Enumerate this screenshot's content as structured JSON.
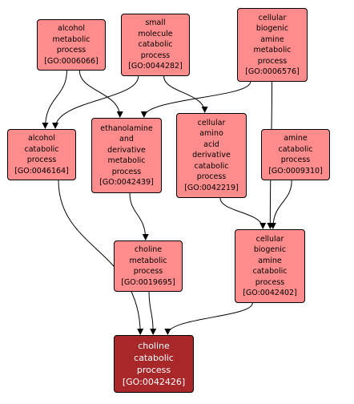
{
  "colors": {
    "node_fill": "#ff8c8c",
    "focus_fill": "#a8282a",
    "edge": "#000000"
  },
  "nodes": {
    "alcohol_metabolic": {
      "label": "alcohol\nmetabolic\nprocess\n[GO:0006066]"
    },
    "small_molecule_catabolic": {
      "label": "small\nmolecule\ncatabolic\nprocess\n[GO:0044282]"
    },
    "biogenic_amine_metabolic": {
      "label": "cellular\nbiogenic\namine\nmetabolic\nprocess\n[GO:0006576]"
    },
    "alcohol_catabolic": {
      "label": "alcohol\ncatabolic\nprocess\n[GO:0046164]"
    },
    "ethanolamine_metabolic": {
      "label": "ethanolamine\nand\nderivative\nmetabolic\nprocess\n[GO:0042439]"
    },
    "amino_acid_derivative_catabolic": {
      "label": "cellular\namino\nacid\nderivative\ncatabolic\nprocess\n[GO:0042219]"
    },
    "amine_catabolic": {
      "label": "amine\ncatabolic\nprocess\n[GO:0009310]"
    },
    "choline_metabolic": {
      "label": "choline\nmetabolic\nprocess\n[GO:0019695]"
    },
    "biogenic_amine_catabolic": {
      "label": "cellular\nbiogenic\namine\ncatabolic\nprocess\n[GO:0042402]"
    },
    "choline_catabolic": {
      "label": "choline\ncatabolic\nprocess\n[GO:0042426]"
    }
  },
  "edges": [
    {
      "from": "alcohol_metabolic",
      "to": "alcohol_catabolic"
    },
    {
      "from": "alcohol_metabolic",
      "to": "ethanolamine_metabolic"
    },
    {
      "from": "small_molecule_catabolic",
      "to": "alcohol_catabolic"
    },
    {
      "from": "small_molecule_catabolic",
      "to": "amino_acid_derivative_catabolic"
    },
    {
      "from": "biogenic_amine_metabolic",
      "to": "ethanolamine_metabolic"
    },
    {
      "from": "biogenic_amine_metabolic",
      "to": "biogenic_amine_catabolic"
    },
    {
      "from": "amino_acid_derivative_catabolic",
      "to": "biogenic_amine_catabolic"
    },
    {
      "from": "amine_catabolic",
      "to": "biogenic_amine_catabolic"
    },
    {
      "from": "ethanolamine_metabolic",
      "to": "choline_metabolic"
    },
    {
      "from": "alcohol_catabolic",
      "to": "choline_catabolic"
    },
    {
      "from": "choline_metabolic",
      "to": "choline_catabolic"
    },
    {
      "from": "biogenic_amine_catabolic",
      "to": "choline_catabolic"
    }
  ]
}
